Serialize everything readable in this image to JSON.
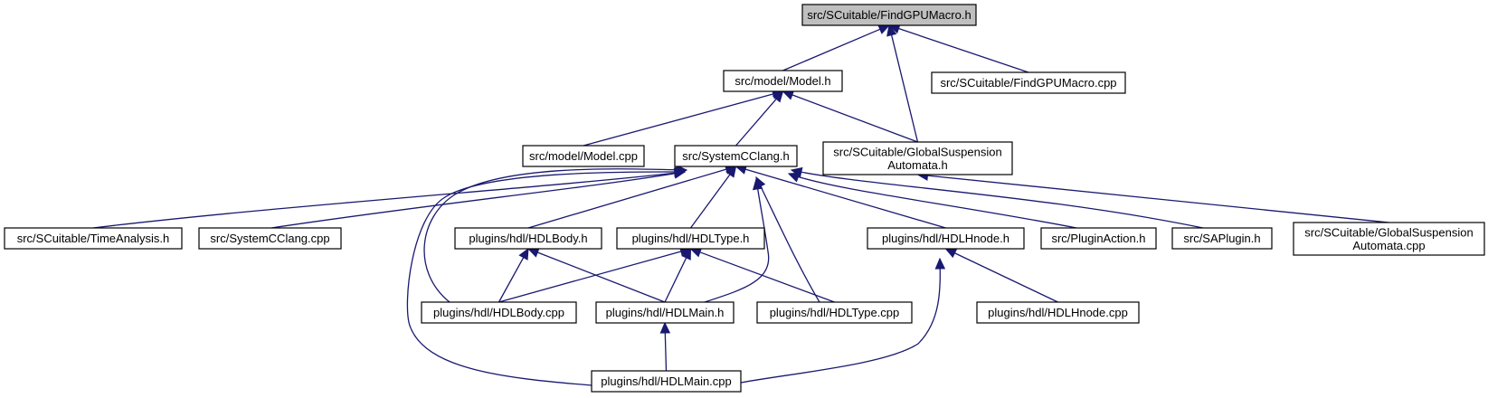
{
  "diagram": {
    "nodes": {
      "findgpumacro_h": [
        "src/SCuitable/FindGPUMacro.h"
      ],
      "model_h": [
        "src/model/Model.h"
      ],
      "findgpumacro_cpp": [
        "src/SCuitable/FindGPUMacro.cpp"
      ],
      "model_cpp": [
        "src/model/Model.cpp"
      ],
      "systemcclang_h": [
        "src/SystemCClang.h"
      ],
      "gsa_h": [
        "src/SCuitable/GlobalSuspension",
        "Automata.h"
      ],
      "timeanalysis_h": [
        "src/SCuitable/TimeAnalysis.h"
      ],
      "systemcclang_cpp": [
        "src/SystemCClang.cpp"
      ],
      "hdlbody_h": [
        "plugins/hdl/HDLBody.h"
      ],
      "hdltype_h": [
        "plugins/hdl/HDLType.h"
      ],
      "hdlhnode_h": [
        "plugins/hdl/HDLHnode.h"
      ],
      "pluginaction_h": [
        "src/PluginAction.h"
      ],
      "saplugin_h": [
        "src/SAPlugin.h"
      ],
      "gsa_cpp": [
        "src/SCuitable/GlobalSuspension",
        "Automata.cpp"
      ],
      "hdlbody_cpp": [
        "plugins/hdl/HDLBody.cpp"
      ],
      "hdlmain_h": [
        "plugins/hdl/HDLMain.h"
      ],
      "hdltype_cpp": [
        "plugins/hdl/HDLType.cpp"
      ],
      "hdlhnode_cpp": [
        "plugins/hdl/HDLHnode.cpp"
      ],
      "hdlmain_cpp": [
        "plugins/hdl/HDLMain.cpp"
      ]
    },
    "edges": [
      [
        "model_h",
        "findgpumacro_h"
      ],
      [
        "gsa_h",
        "findgpumacro_h"
      ],
      [
        "findgpumacro_cpp",
        "findgpumacro_h"
      ],
      [
        "model_cpp",
        "model_h"
      ],
      [
        "systemcclang_h",
        "model_h"
      ],
      [
        "gsa_h",
        "model_h"
      ],
      [
        "gsa_cpp",
        "gsa_h"
      ],
      [
        "timeanalysis_h",
        "systemcclang_h"
      ],
      [
        "systemcclang_cpp",
        "systemcclang_h"
      ],
      [
        "hdlbody_h",
        "systemcclang_h"
      ],
      [
        "hdltype_h",
        "systemcclang_h"
      ],
      [
        "hdlhnode_h",
        "systemcclang_h"
      ],
      [
        "pluginaction_h",
        "systemcclang_h"
      ],
      [
        "saplugin_h",
        "systemcclang_h"
      ],
      [
        "hdlbody_cpp",
        "systemcclang_h"
      ],
      [
        "hdlmain_h",
        "systemcclang_h"
      ],
      [
        "hdltype_cpp",
        "systemcclang_h"
      ],
      [
        "hdlmain_cpp",
        "systemcclang_h"
      ],
      [
        "hdlbody_cpp",
        "hdlbody_h"
      ],
      [
        "hdlmain_h",
        "hdlbody_h"
      ],
      [
        "hdlbody_cpp",
        "hdltype_h"
      ],
      [
        "hdlmain_h",
        "hdltype_h"
      ],
      [
        "hdltype_cpp",
        "hdltype_h"
      ],
      [
        "hdlhnode_cpp",
        "hdlhnode_h"
      ],
      [
        "hdlmain_cpp",
        "hdlhnode_h"
      ],
      [
        "hdlmain_cpp",
        "hdlmain_h"
      ]
    ]
  }
}
